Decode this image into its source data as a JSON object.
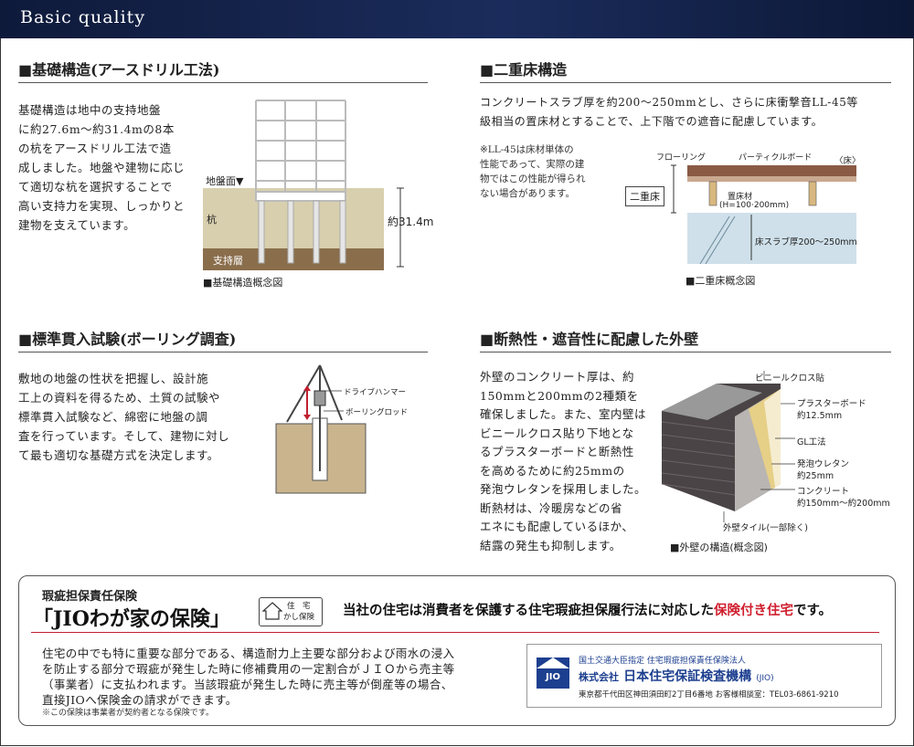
{
  "header": {
    "title": "Basic quality"
  },
  "foundation": {
    "title": "■基礎構造(アースドリル工法)",
    "body": [
      "基礎構造は地中の支持地盤",
      "に約27.6m～約31.4mの8本",
      "の杭をアースドリル工法で造",
      "成しました。地盤や建物に応じ",
      "て適切な杭を選択することで",
      "高い支持力を実現、しっかりと",
      "建物を支えています。"
    ],
    "labels": {
      "ground": "地盤面▼",
      "pile": "杭",
      "depth": "約31.4m",
      "support": "支持層"
    },
    "caption": "■基礎構造概念図"
  },
  "double_floor": {
    "title": "■二重床構造",
    "body": [
      "コンクリートスラブ厚を約200～250mmとし、さらに床衝撃音LL-45等",
      "級相当の置床材とすることで、上下階での遮音に配慮しています。"
    ],
    "note": [
      "※LL-45は床材単体の",
      "性能であって、実際の建",
      "物ではこの性能が得られ",
      "ない場合があります。"
    ],
    "labels": {
      "flooring": "フローリング",
      "particle": "パーティクルボード",
      "floor": "〈床〉",
      "double": "二重床",
      "support": "置床材",
      "support_h": "(H=100·200mm)",
      "slab": "床スラブ厚200～250mm"
    },
    "caption": "■二重床概念図"
  },
  "boring": {
    "title": "■標準貫入試験(ボーリング調査)",
    "body": [
      "敷地の地盤の性状を把握し、設計施",
      "工上の資料を得るため、土質の試験や",
      "標準貫入試験など、綿密に地盤の調",
      "査を行っています。そして、建物に対し",
      "て最も適切な基礎方式を決定します。"
    ],
    "labels": {
      "hammer": "ドライブハンマー",
      "rod": "ボーリングロッド"
    }
  },
  "wall": {
    "title": "■断熱性・遮音性に配慮した外壁",
    "body": [
      "外壁のコンクリート厚は、約",
      "150mmと200mmの2種類を",
      "確保しました。また、室内壁は",
      "ビニールクロス貼り下地とな",
      "るプラスターボードと断熱性",
      "を高めるために約25mmの",
      "発泡ウレタンを採用しました。",
      "断熱材は、冷暖房などの省",
      "エネにも配慮しているほか、",
      "結露の発生も抑制します。"
    ],
    "labels": {
      "vinyl": "ビニールクロス貼",
      "plaster": "プラスターボード",
      "plaster_t": "約12.5mm",
      "gl": "GL工法",
      "urethane": "発泡ウレタン",
      "urethane_t": "約25mm",
      "concrete": "コンクリート",
      "concrete_t": "約150mm～約200mm",
      "tile": "外壁タイル(一部除く)"
    },
    "caption": "■外壁の構造(概念図)"
  },
  "jio": {
    "subtitle": "瑕疵担保責任保険",
    "main": "「JIOわが家の保険」",
    "seal_top": "住　宅",
    "seal_bottom": "かし保険",
    "statement_pre": "当社の住宅は消費者を保護する住宅瑕疵担保履行法に対応した",
    "statement_red": "保険付き住宅",
    "statement_post": "です。",
    "body": [
      "住宅の中でも特に重要な部分である、構造耐力上主要な部分および雨水の浸入",
      "を防止する部分で瑕疵が発生した時に修補費用の一定割合がＪＩＯから売主等",
      "（事業者）に支払われます。当該瑕疵が発生した時に売主等が倒産等の場合、",
      "直接JIOへ保険金の請求ができます。"
    ],
    "note": "※この保険は事業者が契約者となる保険です。",
    "org": {
      "logo": "JIO",
      "line1": "国土交通大臣指定 住宅瑕疵担保責任保険法人",
      "name_pre": "株式会社",
      "name": "日本住宅保証検査機構",
      "name_suffix": "(JIO)",
      "address": "東京都千代田区神田須田町2丁目6番地 お客様相談室：TEL03-6861-9210"
    }
  }
}
